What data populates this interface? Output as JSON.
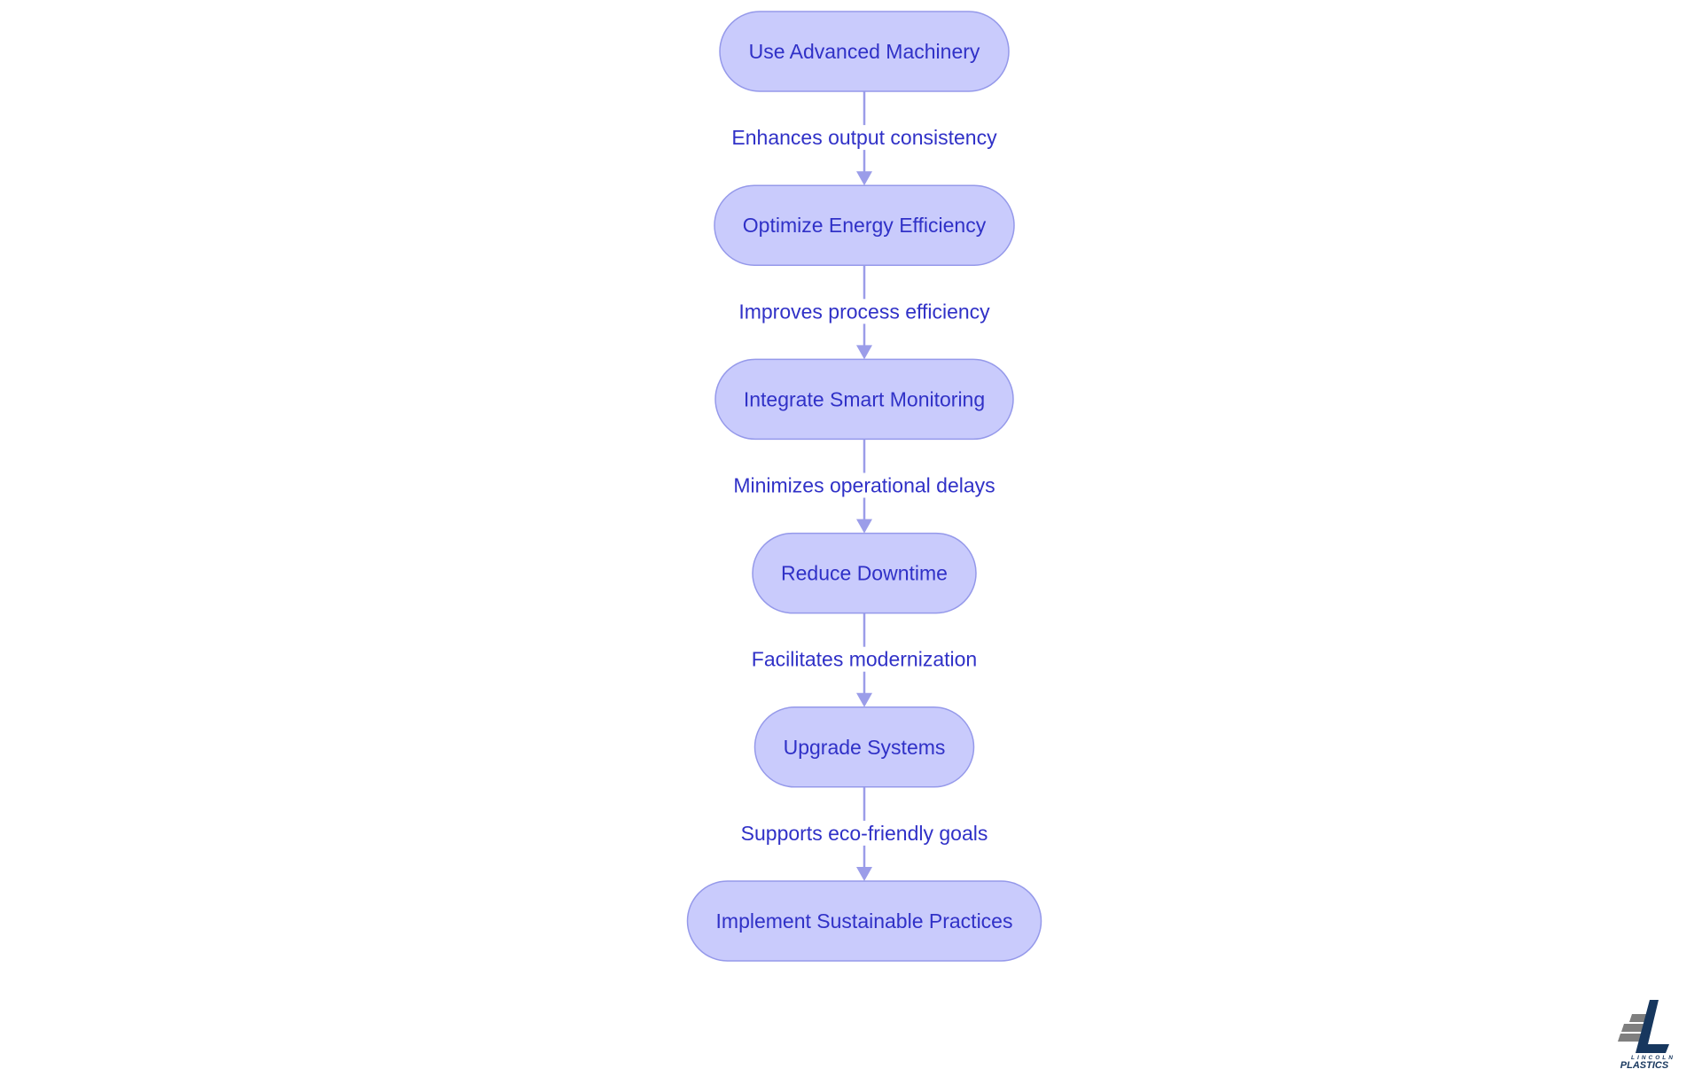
{
  "diagram": {
    "colors": {
      "node_fill": "#c9cbfc",
      "node_border": "#9599ea",
      "text": "#3031c7",
      "edge": "#9b9de9"
    },
    "nodes": [
      {
        "id": "n1",
        "label": "Use Advanced Machinery"
      },
      {
        "id": "n2",
        "label": "Optimize Energy Efficiency"
      },
      {
        "id": "n3",
        "label": "Integrate Smart Monitoring"
      },
      {
        "id": "n4",
        "label": "Reduce Downtime"
      },
      {
        "id": "n5",
        "label": "Upgrade Systems"
      },
      {
        "id": "n6",
        "label": "Implement Sustainable Practices"
      }
    ],
    "edges": [
      {
        "from": "n1",
        "to": "n2",
        "label": "Enhances output consistency"
      },
      {
        "from": "n2",
        "to": "n3",
        "label": "Improves process efficiency"
      },
      {
        "from": "n3",
        "to": "n4",
        "label": "Minimizes operational delays"
      },
      {
        "from": "n4",
        "to": "n5",
        "label": "Facilitates modernization"
      },
      {
        "from": "n5",
        "to": "n6",
        "label": "Supports eco-friendly goals"
      }
    ]
  },
  "logo": {
    "name": "lincoln-plastics-logo",
    "line1": "LINCOLN",
    "line2": "PLASTICS",
    "colors": {
      "primary": "#17375e",
      "secondary": "#7f7f7f"
    }
  }
}
